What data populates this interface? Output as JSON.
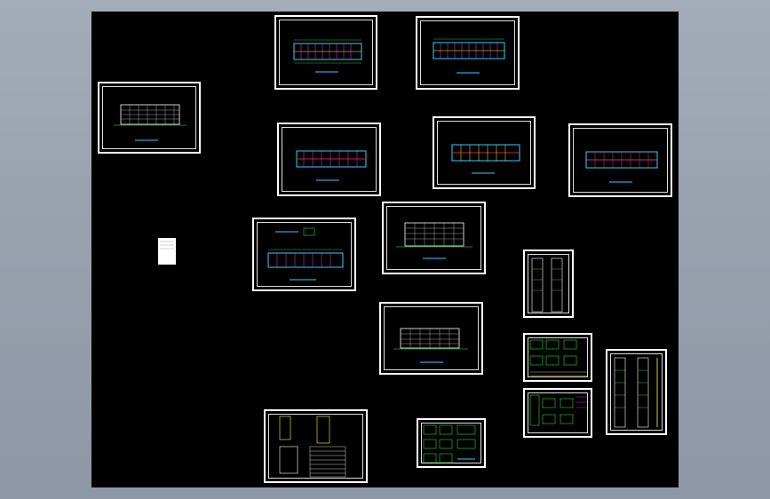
{
  "viewport": {
    "background": "#000000"
  },
  "sheets": [
    {
      "id": "s1",
      "kind": "plan"
    },
    {
      "id": "s2",
      "kind": "plan"
    },
    {
      "id": "s3",
      "kind": "elevation"
    },
    {
      "id": "s4",
      "kind": "plan"
    },
    {
      "id": "s5",
      "kind": "plan"
    },
    {
      "id": "s6",
      "kind": "plan"
    },
    {
      "id": "s7",
      "kind": "plan-detail"
    },
    {
      "id": "s8",
      "kind": "elevation"
    },
    {
      "id": "s9",
      "kind": "section"
    },
    {
      "id": "s10",
      "kind": "elevation"
    },
    {
      "id": "s11",
      "kind": "details"
    },
    {
      "id": "s12",
      "kind": "details"
    },
    {
      "id": "s13",
      "kind": "section"
    },
    {
      "id": "s14",
      "kind": "section-table"
    },
    {
      "id": "s15",
      "kind": "details"
    },
    {
      "id": "s16",
      "kind": "legend"
    }
  ],
  "colors": {
    "cyan": "#33ccff",
    "yellow": "#ffff33",
    "magenta": "#ff33ff",
    "green": "#33ff33",
    "red": "#ff3333",
    "white": "#ffffff"
  }
}
